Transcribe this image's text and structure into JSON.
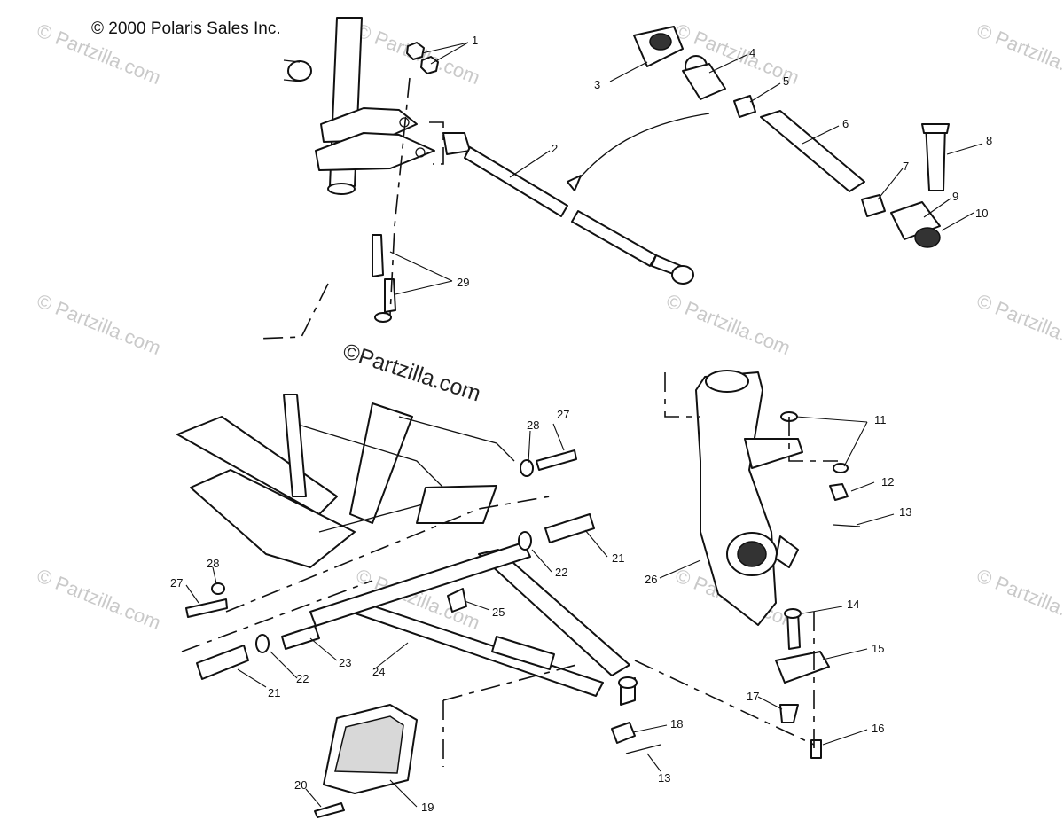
{
  "copyright": "© 2000 Polaris Sales Inc.",
  "watermark_small": "© Partzilla.com",
  "watermark_large": "©Partzilla.com",
  "callouts": [
    "1",
    "2",
    "3",
    "4",
    "5",
    "6",
    "7",
    "8",
    "9",
    "10",
    "11",
    "12",
    "13",
    "13",
    "14",
    "15",
    "16",
    "17",
    "18",
    "19",
    "20",
    "21",
    "21",
    "22",
    "22",
    "23",
    "24",
    "25",
    "26",
    "27",
    "27",
    "28",
    "28",
    "29"
  ]
}
